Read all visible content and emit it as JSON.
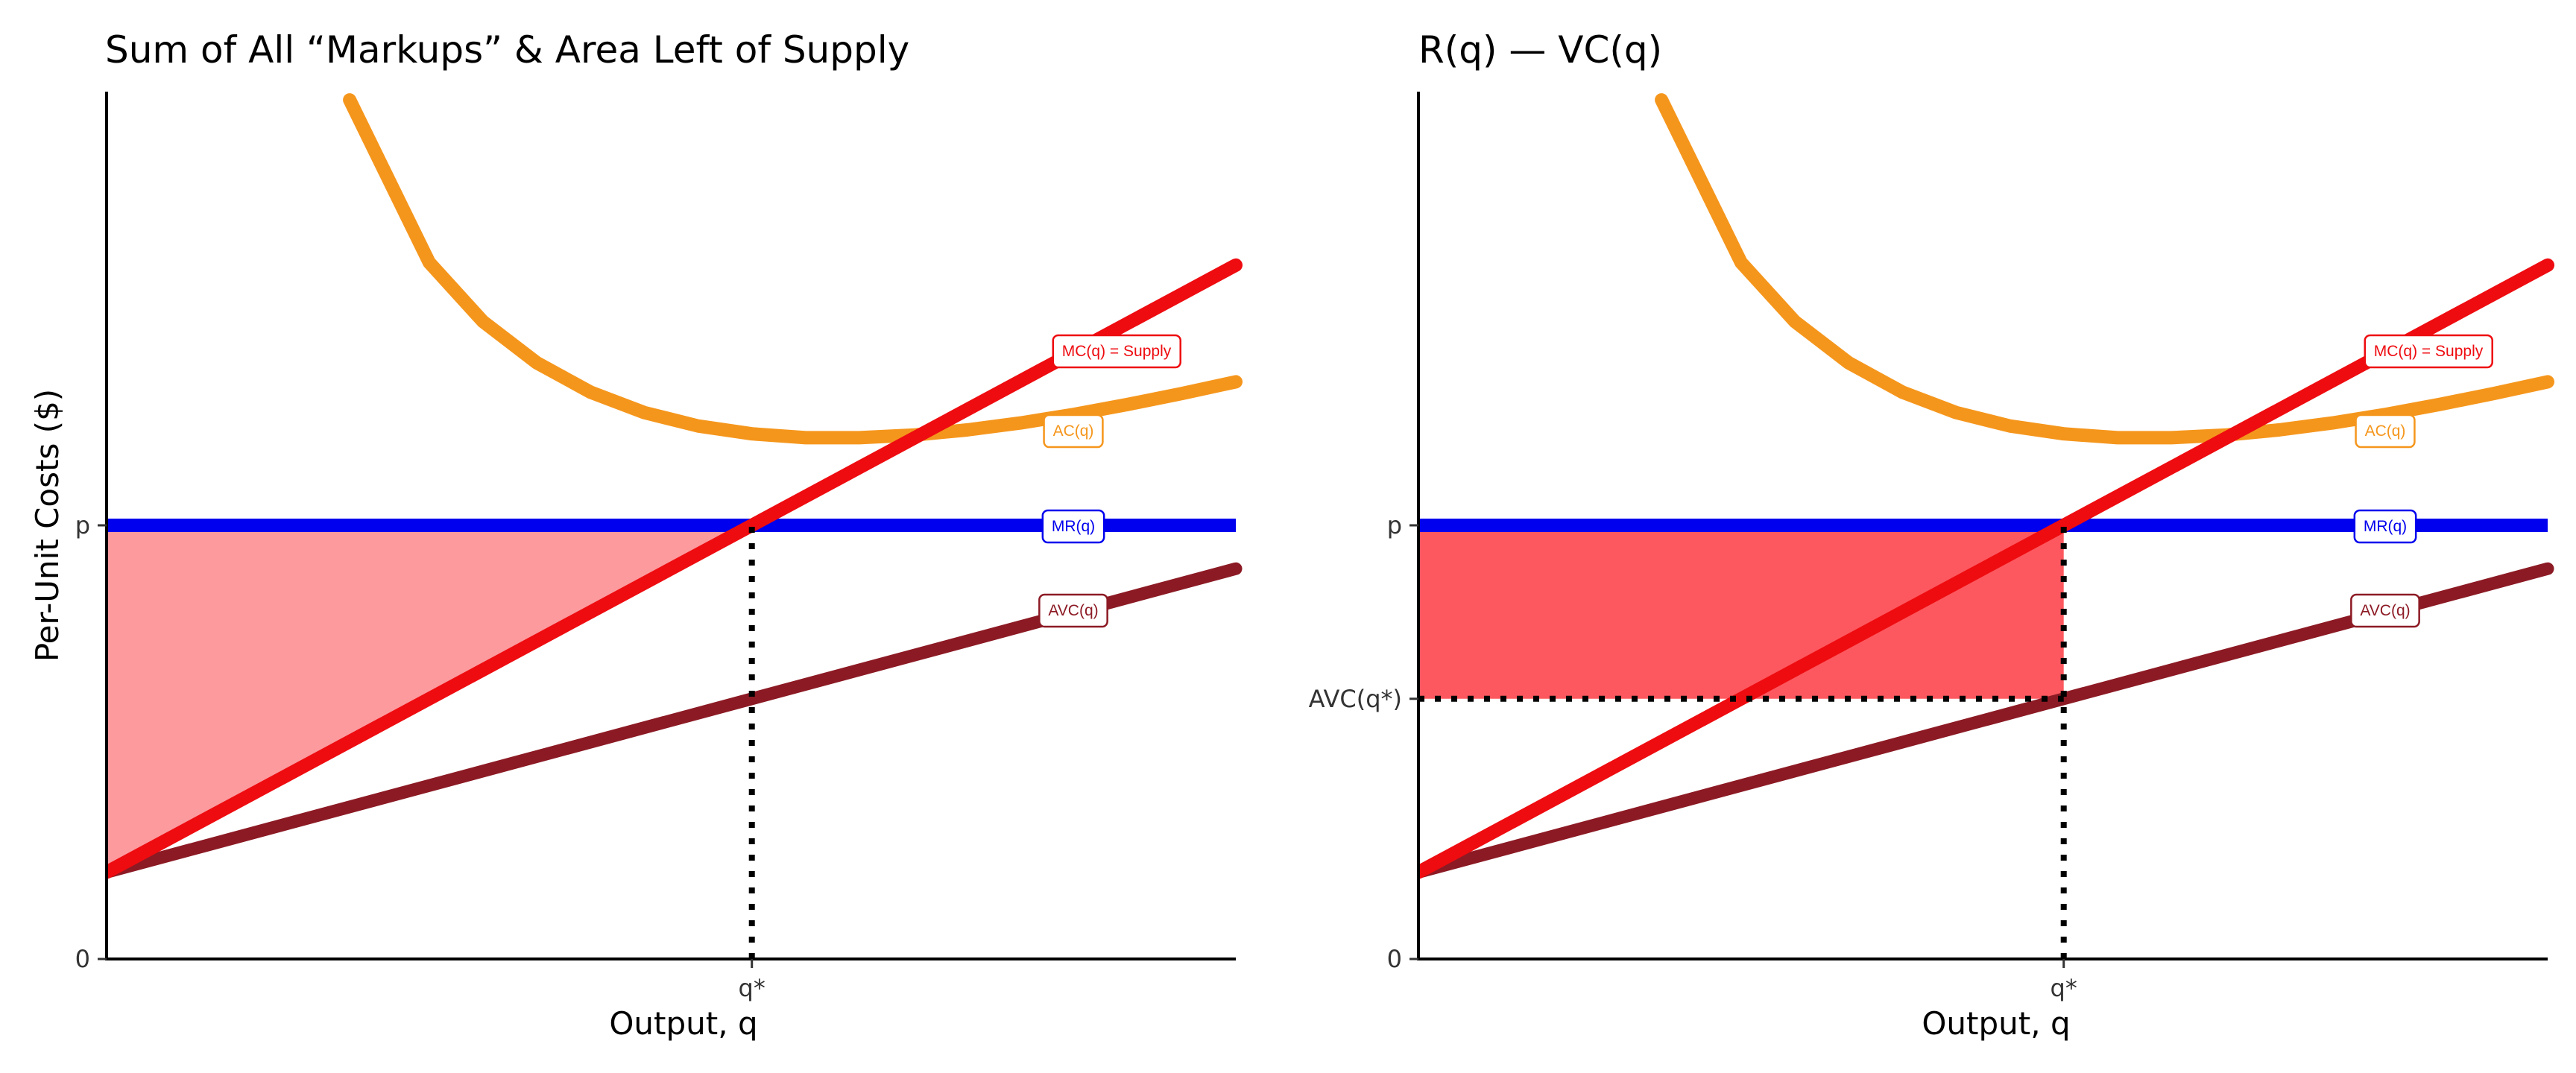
{
  "y_axis_label": "Per-Unit Costs ($)",
  "colors": {
    "mc": "#ee0c10",
    "ac": "#f5961c",
    "mr": "#0000ee",
    "avc": "#8c1a24",
    "surplus_fill_left": "#fc9a9e",
    "surplus_fill_right": "#fd585f"
  },
  "chart_data": [
    {
      "type": "line",
      "title": "Sum of All “Markups” & Area Left of Supply",
      "xlabel": "Output, q",
      "ylabel": "Per-Unit Costs ($)",
      "x_ticks": [
        {
          "label": "q*",
          "x": 6
        }
      ],
      "y_ticks": [
        {
          "label": "0",
          "y": 0
        },
        {
          "label": "p",
          "y": 10
        }
      ],
      "xlim": [
        0,
        10.5
      ],
      "ylim": [
        0,
        20
      ],
      "series": [
        {
          "name": "MC(q) = Supply",
          "key": "mc",
          "x": [
            0,
            10.5
          ],
          "y": [
            2,
            16.0
          ]
        },
        {
          "name": "AC(q)",
          "key": "ac",
          "x": [
            2.26,
            3.0,
            3.5,
            4.0,
            4.5,
            5.0,
            5.5,
            6.0,
            6.5,
            7.0,
            7.5,
            8.0,
            8.5,
            9.0,
            9.5,
            10.0,
            10.5
          ],
          "y": [
            19.81,
            16.06,
            14.7,
            13.75,
            13.07,
            12.6,
            12.29,
            12.11,
            12.02,
            12.02,
            12.08,
            12.2,
            12.36,
            12.56,
            12.79,
            13.04,
            13.31
          ]
        },
        {
          "name": "MR(q)",
          "key": "mr",
          "x": [
            0,
            10.5
          ],
          "y": [
            10,
            10
          ]
        },
        {
          "name": "AVC(q)",
          "key": "avc",
          "x": [
            0,
            10.5
          ],
          "y": [
            2,
            9.0
          ]
        }
      ],
      "shaded_region": {
        "description": "Area between MR and MC from 0 to q*",
        "x": [
          0,
          6,
          0
        ],
        "y": [
          10,
          10,
          2
        ]
      },
      "reference_lines": [
        {
          "type": "vertical-dotted",
          "x": 6,
          "y_from": 0,
          "y_to": 10
        }
      ]
    },
    {
      "type": "line",
      "title": "R(q) — VC(q)",
      "xlabel": "Output, q",
      "x_ticks": [
        {
          "label": "q*",
          "x": 6
        }
      ],
      "y_ticks": [
        {
          "label": "0",
          "y": 0
        },
        {
          "label": "AVC(q*)",
          "y": 6
        },
        {
          "label": "p",
          "y": 10
        }
      ],
      "xlim": [
        0,
        10.5
      ],
      "ylim": [
        0,
        20
      ],
      "series": [
        {
          "name": "MC(q) = Supply",
          "key": "mc",
          "x": [
            0,
            10.5
          ],
          "y": [
            2,
            16.0
          ]
        },
        {
          "name": "AC(q)",
          "key": "ac",
          "x": [
            2.26,
            3.0,
            3.5,
            4.0,
            4.5,
            5.0,
            5.5,
            6.0,
            6.5,
            7.0,
            7.5,
            8.0,
            8.5,
            9.0,
            9.5,
            10.0,
            10.5
          ],
          "y": [
            19.81,
            16.06,
            14.7,
            13.75,
            13.07,
            12.6,
            12.29,
            12.11,
            12.02,
            12.02,
            12.08,
            12.2,
            12.36,
            12.56,
            12.79,
            13.04,
            13.31
          ]
        },
        {
          "name": "MR(q)",
          "key": "mr",
          "x": [
            0,
            10.5
          ],
          "y": [
            10,
            10
          ]
        },
        {
          "name": "AVC(q)",
          "key": "avc",
          "x": [
            0,
            10.5
          ],
          "y": [
            2,
            9.0
          ]
        }
      ],
      "shaded_region": {
        "description": "Rectangle from AVC(q*) to p, 0 to q*",
        "x": [
          0,
          6,
          6,
          0
        ],
        "y": [
          10,
          10,
          6,
          6
        ]
      },
      "reference_lines": [
        {
          "type": "vertical-dotted",
          "x": 6,
          "y_from": 0,
          "y_to": 10
        },
        {
          "type": "horizontal-dotted",
          "y": 6,
          "x_from": 0,
          "x_to": 6
        }
      ]
    }
  ]
}
